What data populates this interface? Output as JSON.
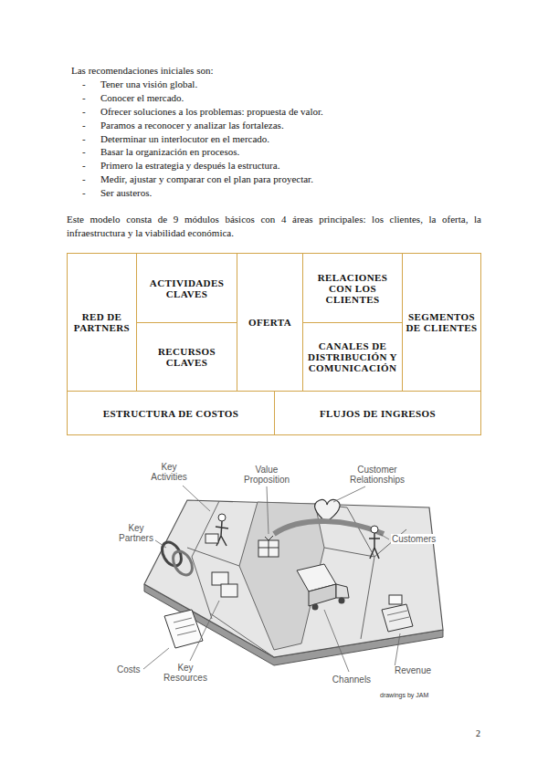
{
  "diagram": {
    "nodes": [
      {
        "text": [
          "RED DE PARTNERS"
        ]
      },
      {
        "text": [
          "ACTIVIDADES CLAVES"
        ]
      },
      {
        "text": [
          "RECURSOS CLAVES"
        ]
      },
      {
        "text": [
          "OFERTA"
        ]
      },
      {
        "text": [
          "RELACIONES CON LOS CLIENTES"
        ]
      },
      {
        "text": [
          "CANALES DE DISTRIBUCIÓN Y COMUNICACIÓN"
        ]
      },
      {
        "text": [
          "SEGMENTOS DE CLIENTES"
        ]
      },
      {
        "text": [
          "ESTRUCTURA DE COSTOS"
        ]
      },
      {
        "text": [
          "FLUJOS DE INGRESOS"
        ]
      }
    ],
    "labels": [
      "Las recomendaciones iniciales son:",
      "-",
      "Tener una visión global.",
      "-",
      "Conocer el mercado.",
      "-",
      "Ofrecer soluciones a los problemas: propuesta de valor.",
      "-",
      "Paramos a reconocer y analizar las fortalezas.",
      "-",
      "Determinar un interlocutor en el mercado.",
      "-",
      "Basar la organización en procesos.",
      "-",
      "Primero la estrategia y después la estructura.",
      "-",
      "Medir, ajustar y comparar con el plan para proyectar.",
      "-",
      "Ser austeros.",
      "Este modelo consta de 9 módulos básicos con 4 áreas principales: los clientes, la oferta, la infraestructura y la viabilidad económica.",
      "Key Activities",
      "Value Proposition",
      "Customer Relationships",
      "Key Partners",
      "Customers",
      "Costs",
      "Key Resources",
      "Channels",
      "Revenue",
      "drawings by JAM",
      "2"
    ]
  }
}
